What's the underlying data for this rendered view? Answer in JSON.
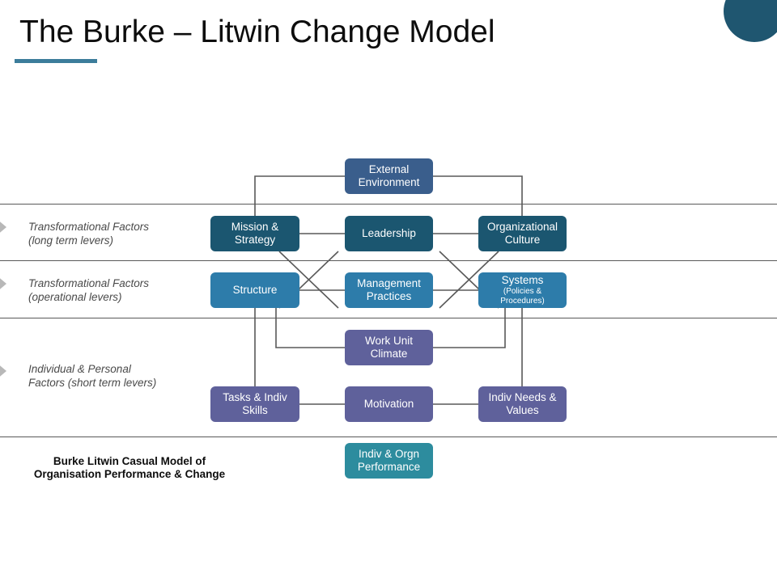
{
  "slide": {
    "title": "The Burke – Litwin Change Model",
    "accent_color": "#3C7D9B",
    "corner_circle_color": "#1F5670",
    "background": "#ffffff"
  },
  "bands": [
    {
      "id": "band-transformational-long",
      "label": "Transformational Factors\n(long term levers)",
      "arrow_icon": "triangle-right-icon"
    },
    {
      "id": "band-transformational-operational",
      "label": "Transformational Factors\n(operational levers)",
      "arrow_icon": "triangle-right-icon"
    },
    {
      "id": "band-individual-personal",
      "label": "Individual & Personal\nFactors (short term levers)",
      "arrow_icon": "triangle-right-icon"
    }
  ],
  "nodes": {
    "external_environment": {
      "label": "External Environment",
      "color": "#3A5E8C"
    },
    "mission_strategy": {
      "label": "Mission & Strategy",
      "color": "#1B5670"
    },
    "leadership": {
      "label": "Leadership",
      "color": "#1B5670"
    },
    "organizational_culture": {
      "label": "Organizational Culture",
      "color": "#1B5670"
    },
    "structure": {
      "label": "Structure",
      "color": "#2D7CAA"
    },
    "management_practices": {
      "label": "Management Practices",
      "color": "#2D7CAA"
    },
    "systems": {
      "label": "Systems",
      "sub": "(Policies & Procedures)",
      "color": "#2D7CAA"
    },
    "work_unit_climate": {
      "label": "Work Unit Climate",
      "color": "#5F619B"
    },
    "tasks_indiv_skills": {
      "label": "Tasks & Indiv Skills",
      "color": "#5F619B"
    },
    "motivation": {
      "label": "Motivation",
      "color": "#5F619B"
    },
    "indiv_needs_values": {
      "label": "Indiv Needs & Values",
      "color": "#5F619B"
    },
    "indiv_orgn_performance": {
      "label": "Indiv & Orgn Performance",
      "color": "#2D8C9E"
    }
  },
  "caption": {
    "text": "Burke Litwin Casual Model of\nOrganisation Performance & Change"
  },
  "connector_color": "#595959"
}
